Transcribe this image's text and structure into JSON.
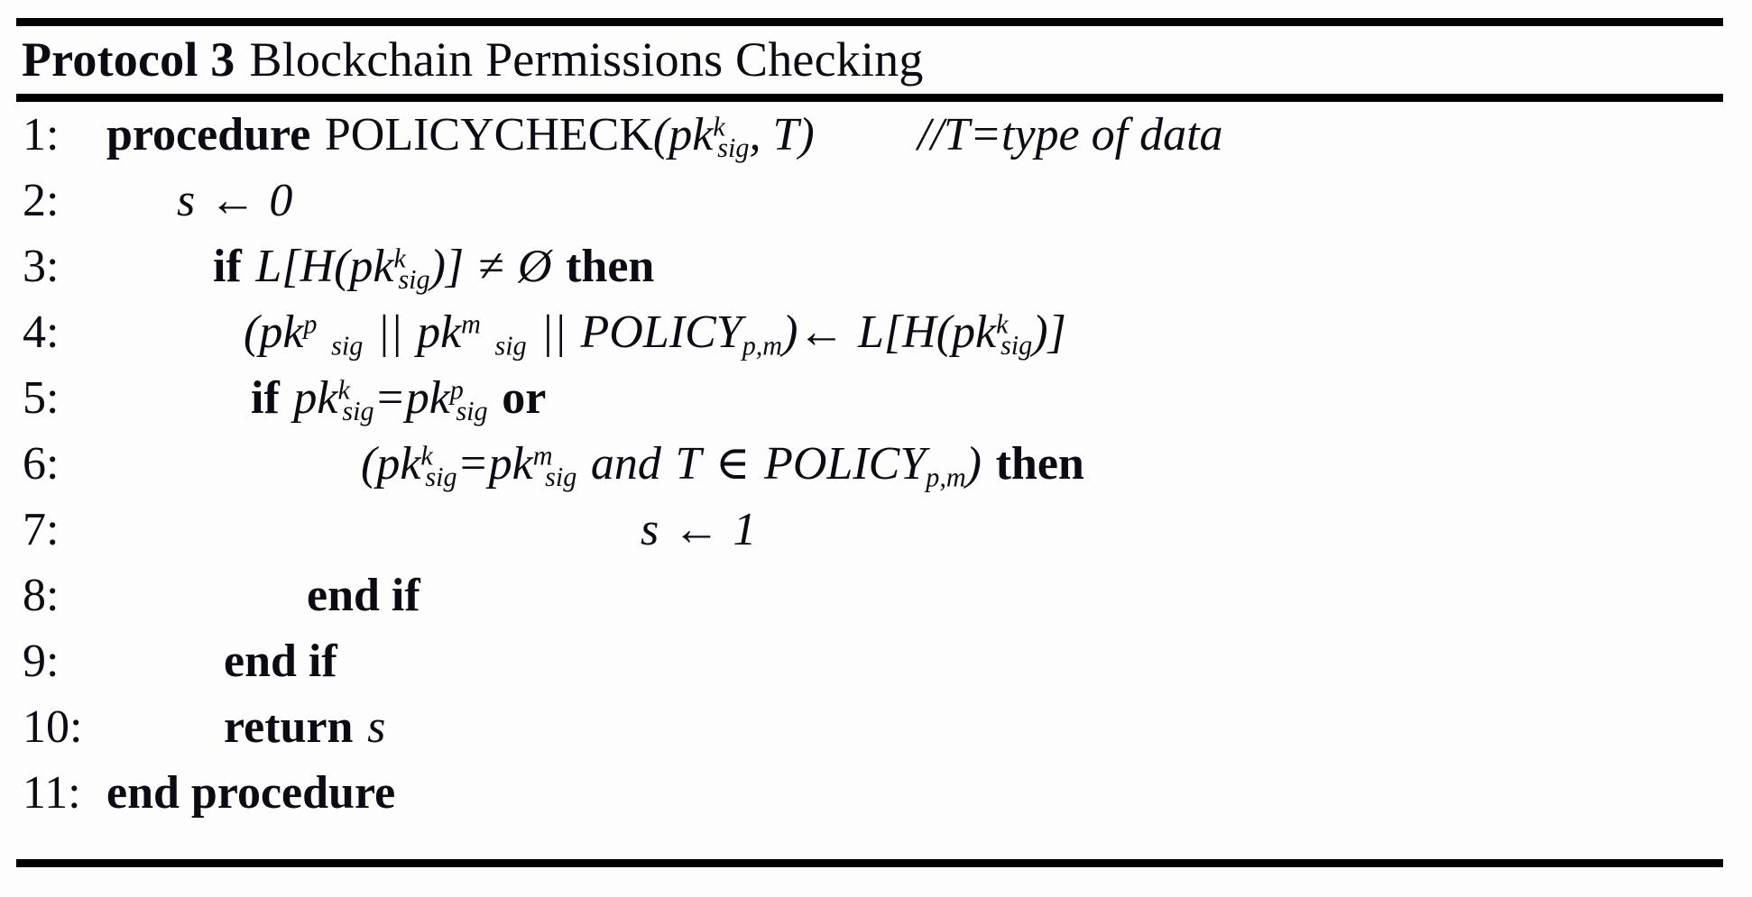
{
  "figure": {
    "kind": "algorithm-pseudocode",
    "caption_label": "Protocol 3",
    "caption_title": "Blockchain Permissions Checking",
    "background_color": "#fdfdfd",
    "text_color": "#0b0b14",
    "rule_color": "#000000"
  },
  "lines": [
    {
      "number": "1:",
      "indent": "ind-0",
      "text": "procedure POLICYCHECK(pk^k_sig , T)     //T=type of data",
      "parts": {
        "keyword": "procedure",
        "name": "POLICYCHECK",
        "open": "(",
        "arg1_base": "pk",
        "arg1_sup": "k",
        "arg1_sub": "sig",
        "comma": ", ",
        "arg2": "T",
        "close": ")",
        "comment": "//T=type of data"
      }
    },
    {
      "number": "2:",
      "indent": "ind-1",
      "text": "s ← 0",
      "parts": {
        "var": "s",
        "arrow": "←",
        "value": "0"
      }
    },
    {
      "number": "3:",
      "indent": "ind-2",
      "text": "if L[H(pk^k_sig)] ≠ Ø then",
      "parts": {
        "if": "if",
        "list": "L[H(",
        "base": "pk",
        "sup": "k",
        "sub": "sig",
        "closers": ")]",
        "neq": "≠",
        "empty": "Ø",
        "then": "then"
      }
    },
    {
      "number": "4:",
      "indent": "ind-3",
      "text": "(pk^p_sig || pk^m_sig || POLICY_p,m) ← L[H(pk^k_sig)]",
      "parts": {
        "open": "(",
        "k1_base": "pk",
        "k1_sup": "p",
        "k1_sub": "sig",
        "concat": "||",
        "k2_base": "pk",
        "k2_sup": "m",
        "k2_sub": "sig",
        "policy_base": "POLICY",
        "policy_sub": "p,m",
        "close": ")",
        "arrow": "←",
        "rhs_list": "L[H(",
        "rhs_base": "pk",
        "rhs_sup": "k",
        "rhs_sub": "sig",
        "rhs_closers": ")]"
      }
    },
    {
      "number": "5:",
      "indent": "ind-4",
      "text": "if pk^k_sig=pk^p_sig or",
      "parts": {
        "if": "if",
        "lhs_base": "pk",
        "lhs_sup": "k",
        "lhs_sub": "sig",
        "eq": "=",
        "rhs_base": "pk",
        "rhs_sup": "p",
        "rhs_sub": "sig",
        "or": "or"
      }
    },
    {
      "number": "6:",
      "indent": "ind-6",
      "text": "(pk^k_sig=pk^m_sig and T ∈ POLICY_p,m) then",
      "parts": {
        "open": "(",
        "lhs_base": "pk",
        "lhs_sup": "k",
        "lhs_sub": "sig",
        "eq": "=",
        "rhs_base": "pk",
        "rhs_sup": "m",
        "rhs_sub": "sig",
        "and": "and",
        "t": "T",
        "in": "∈",
        "policy_base": "POLICY",
        "policy_sub": "p,m",
        "close": ")",
        "then": "then"
      }
    },
    {
      "number": "7:",
      "indent": "ind-7",
      "text": "s ← 1",
      "parts": {
        "var": "s",
        "arrow": "←",
        "value": "1"
      }
    },
    {
      "number": "8:",
      "indent": "ind-5",
      "text": "end if",
      "parts": {
        "keyword": "end if"
      }
    },
    {
      "number": "9:",
      "indent": "ind-8",
      "text": "end if",
      "parts": {
        "keyword": "end if"
      }
    },
    {
      "number": "10:",
      "indent": "ind-8",
      "text": "return s",
      "parts": {
        "keyword": "return",
        "var": "s"
      }
    },
    {
      "number": "11:",
      "indent": "ind-0",
      "text": "end procedure",
      "parts": {
        "keyword": "end procedure"
      }
    }
  ]
}
